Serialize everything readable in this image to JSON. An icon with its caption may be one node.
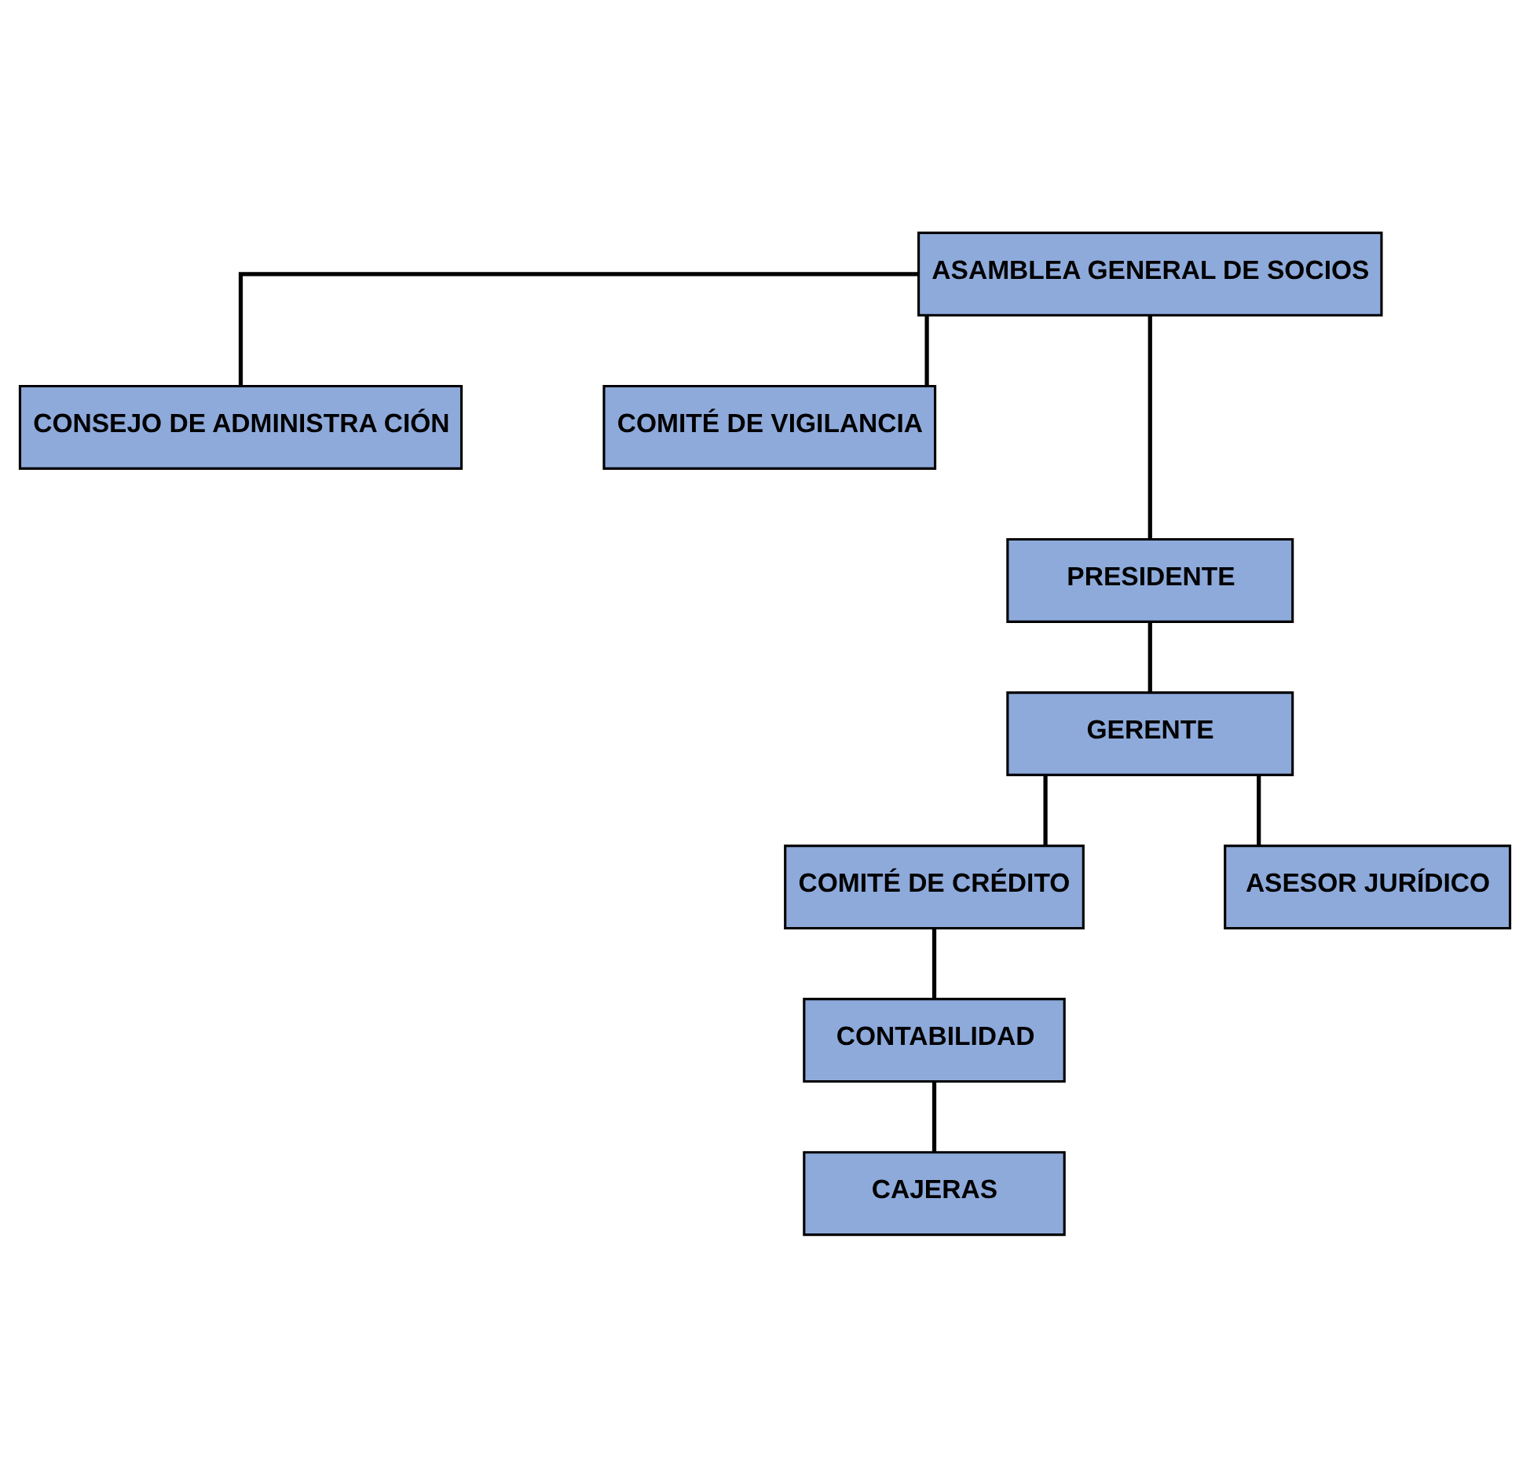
{
  "diagram": {
    "nodes": [
      {
        "text": [
          "ASAMBLEA GENERAL DE SOCIOS"
        ]
      },
      {
        "text": [
          "CONSEJO DE ADMINISTRA CIÓN"
        ]
      },
      {
        "text": [
          "COMITÉ DE VIGILANCIA"
        ]
      },
      {
        "text": [
          "PRESIDENTE"
        ]
      },
      {
        "text": [
          "GERENTE"
        ]
      },
      {
        "text": [
          "COMITÉ DE CRÉDITO"
        ]
      },
      {
        "text": [
          "ASESOR JURÍDICO"
        ]
      },
      {
        "text": [
          "CONTABILIDAD"
        ]
      },
      {
        "text": [
          "CAJERAS"
        ]
      }
    ],
    "edges": [
      {
        "from": 0,
        "to": 1,
        "arrow": "none"
      },
      {
        "from": 0,
        "to": 2,
        "arrow": "none"
      },
      {
        "from": 0,
        "to": 3,
        "arrow": "none"
      },
      {
        "from": 3,
        "to": 4,
        "arrow": "none"
      },
      {
        "from": 4,
        "to": 5,
        "arrow": "none"
      },
      {
        "from": 4,
        "to": 6,
        "arrow": "none"
      },
      {
        "from": 5,
        "to": 7,
        "arrow": "none"
      },
      {
        "from": 7,
        "to": 8,
        "arrow": "none"
      }
    ]
  }
}
